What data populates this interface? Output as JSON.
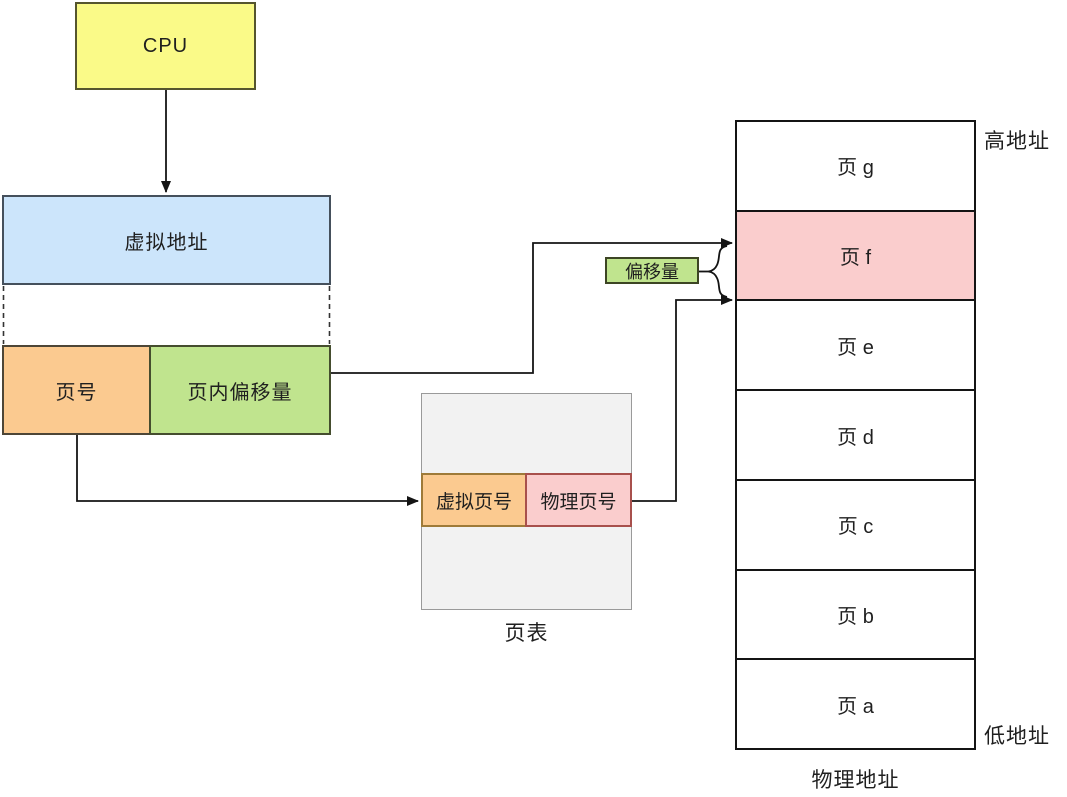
{
  "diagram_title": "paging-address-translation",
  "cpu": {
    "label": "CPU",
    "fill": "#fafa88"
  },
  "virtual_address": {
    "label": "虚拟地址",
    "fill": "#cce5fb"
  },
  "page_number": {
    "label": "页号",
    "fill": "#fbca90"
  },
  "page_offset": {
    "label": "页内偏移量",
    "fill": "#c0e48e"
  },
  "offset_tag": {
    "label": "偏移量",
    "fill": "#c0e48e"
  },
  "page_table": {
    "caption": "页表",
    "fill": "#f2f2f2",
    "virtual_page_col": "虚拟页号",
    "virtual_page_fill": "#fbca90",
    "physical_page_col": "物理页号",
    "physical_page_fill": "#facdcd"
  },
  "memory": {
    "caption": "物理地址",
    "high_label": "高地址",
    "low_label": "低地址",
    "rows": [
      "页 g",
      "页 f",
      "页 e",
      "页 d",
      "页 c",
      "页 b",
      "页 a"
    ],
    "highlighted_row": "页 f",
    "highlight_fill": "#facdcd"
  }
}
